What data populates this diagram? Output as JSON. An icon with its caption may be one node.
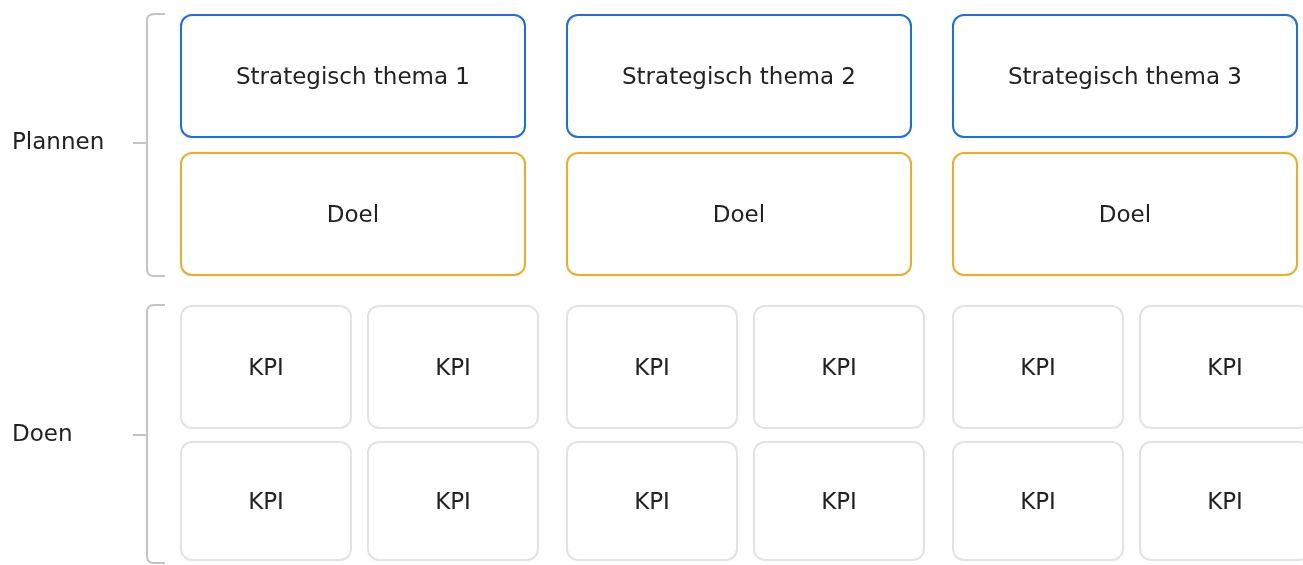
{
  "diagram": {
    "nodes": [
      {
        "text": [
          "Strategisch thema 1"
        ]
      },
      {
        "text": [
          "Strategisch thema 2"
        ]
      },
      {
        "text": [
          "Strategisch thema 3"
        ]
      },
      {
        "text": [
          "Doel"
        ]
      },
      {
        "text": [
          "Doel"
        ]
      },
      {
        "text": [
          "Doel"
        ]
      },
      {
        "text": [
          "KPI"
        ]
      },
      {
        "text": [
          "KPI"
        ]
      },
      {
        "text": [
          "KPI"
        ]
      },
      {
        "text": [
          "KPI"
        ]
      },
      {
        "text": [
          "KPI"
        ]
      },
      {
        "text": [
          "KPI"
        ]
      },
      {
        "text": [
          "KPI"
        ]
      },
      {
        "text": [
          "KPI"
        ]
      },
      {
        "text": [
          "KPI"
        ]
      },
      {
        "text": [
          "KPI"
        ]
      },
      {
        "text": [
          "KPI"
        ]
      },
      {
        "text": [
          "KPI"
        ]
      }
    ],
    "edges": [],
    "labels": [
      "Plannen",
      "Doen"
    ]
  }
}
